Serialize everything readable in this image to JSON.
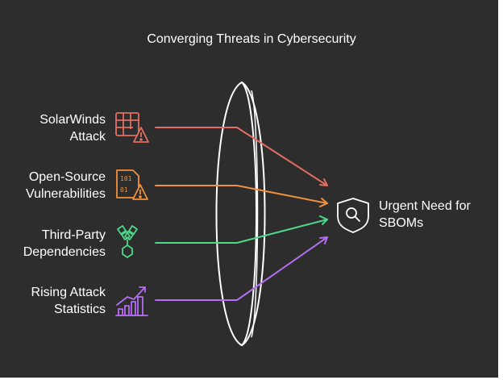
{
  "title": "Converging Threats in Cybersecurity",
  "inputs": [
    {
      "line1": "SolarWinds",
      "line2": "Attack",
      "icon": "spreadsheet-warning-icon",
      "color": "#e36e63"
    },
    {
      "line1": "Open-Source",
      "line2": "Vulnerabilities",
      "icon": "binary-file-warning-icon",
      "color": "#f2913d"
    },
    {
      "line1": "Third-Party",
      "line2": "Dependencies",
      "icon": "chain-link-icon",
      "color": "#4ed88a"
    },
    {
      "line1": "Rising Attack",
      "line2": "Statistics",
      "icon": "bar-chart-trend-icon",
      "color": "#b46ef2"
    }
  ],
  "output": {
    "line1": "Urgent Need for",
    "line2": "SBOMs",
    "icon": "magnify-shield-icon"
  },
  "colors": {
    "background": "#2d2d2d",
    "text": "#ffffff"
  }
}
